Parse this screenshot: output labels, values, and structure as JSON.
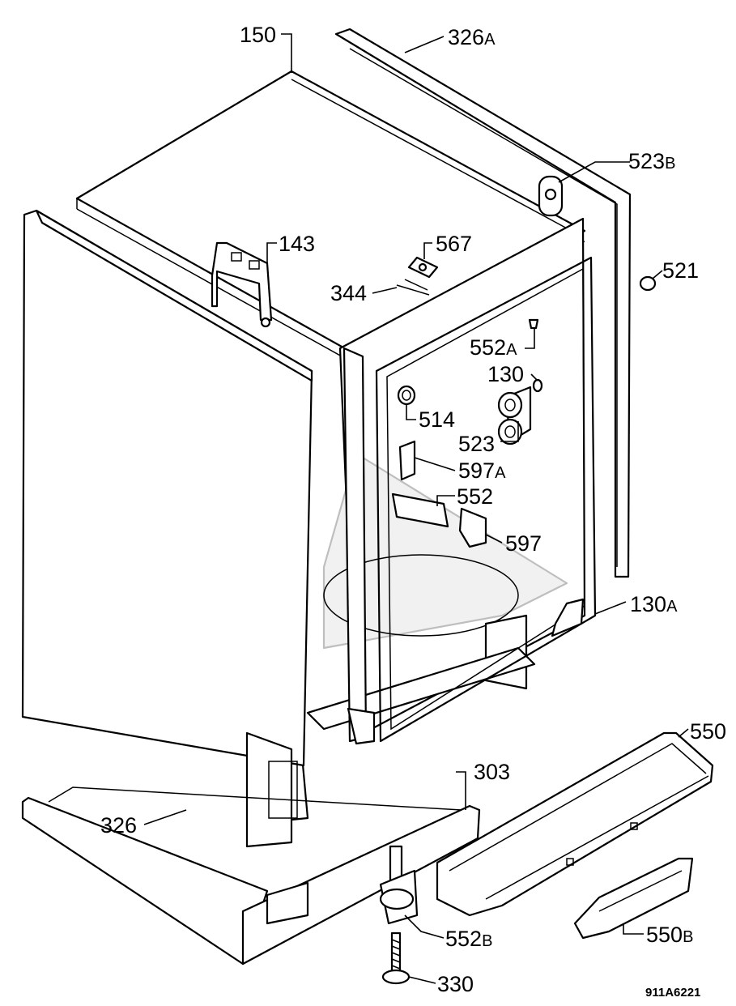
{
  "labels": [
    {
      "id": "150",
      "num": "150",
      "suffix": ""
    },
    {
      "id": "326A",
      "num": "326",
      "suffix": "A"
    },
    {
      "id": "523B",
      "num": "523",
      "suffix": "B"
    },
    {
      "id": "143",
      "num": "143",
      "suffix": ""
    },
    {
      "id": "567",
      "num": "567",
      "suffix": ""
    },
    {
      "id": "521",
      "num": "521",
      "suffix": ""
    },
    {
      "id": "344",
      "num": "344",
      "suffix": ""
    },
    {
      "id": "552A",
      "num": "552",
      "suffix": "A"
    },
    {
      "id": "130",
      "num": "130",
      "suffix": ""
    },
    {
      "id": "514",
      "num": "514",
      "suffix": ""
    },
    {
      "id": "523",
      "num": "523",
      "suffix": ""
    },
    {
      "id": "597A",
      "num": "597",
      "suffix": "A"
    },
    {
      "id": "552",
      "num": "552",
      "suffix": ""
    },
    {
      "id": "597",
      "num": "597",
      "suffix": ""
    },
    {
      "id": "130A",
      "num": "130",
      "suffix": "A"
    },
    {
      "id": "550",
      "num": "550",
      "suffix": ""
    },
    {
      "id": "303",
      "num": "303",
      "suffix": ""
    },
    {
      "id": "326",
      "num": "326",
      "suffix": ""
    },
    {
      "id": "552B",
      "num": "552",
      "suffix": "B"
    },
    {
      "id": "550B",
      "num": "550",
      "suffix": "B"
    },
    {
      "id": "330",
      "num": "330",
      "suffix": ""
    }
  ],
  "drawing_code": "911A6221"
}
